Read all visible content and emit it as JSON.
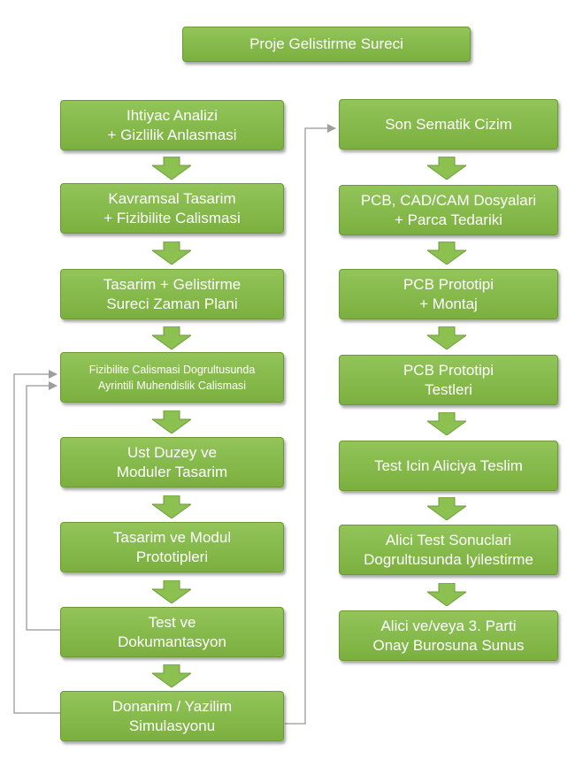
{
  "title": "Proje Gelistirme Sureci",
  "left_column": [
    "Ihtiyac Analizi\n+ Gizlilik Anlasmasi",
    "Kavramsal Tasarim\n+ Fizibilite Calismasi",
    "Tasarim + Gelistirme\nSureci Zaman Plani",
    "Fizibilite Calismasi Dogrultusunda\nAyrintili Muhendislik Calismasi",
    "Ust Duzey ve\nModuler Tasarim",
    "Tasarim ve Modul\nPrototipleri",
    "Test ve\nDokumantasyon",
    "Donanim / Yazilim\nSimulasyonu"
  ],
  "right_column": [
    "Son Sematik Cizim",
    "PCB, CAD/CAM Dosyalari\n+ Parca Tedariki",
    "PCB Prototipi\n+ Montaj",
    "PCB Prototipi\nTestleri",
    "Test Icin Aliciya Teslim",
    "Alici Test Sonuclari\nDogrultusunda Iyilestirme",
    "Alici ve/veya 3. Parti\nOnay Burosuna Sunus"
  ],
  "colors": {
    "box_fill": "#85ba4b",
    "arrow_fill": "#8cc152",
    "connector": "#9e9e9e",
    "text": "#ffffff"
  }
}
